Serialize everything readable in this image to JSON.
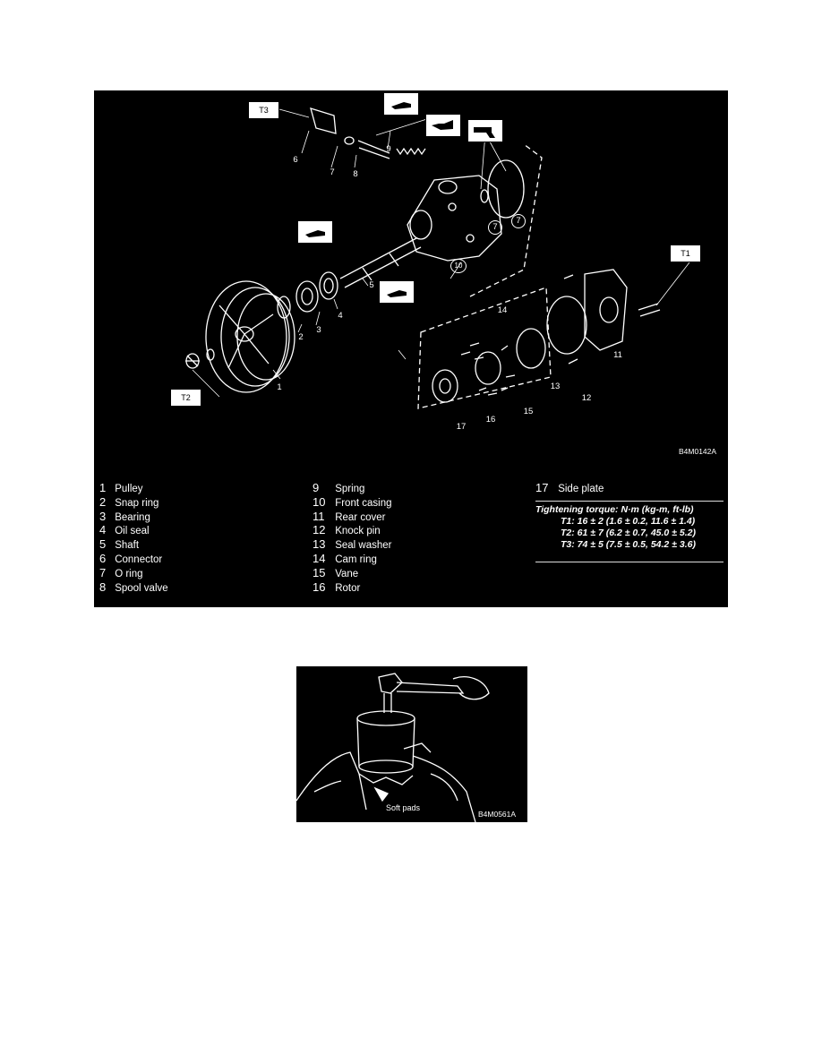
{
  "figure1": {
    "code": "B4M0142A",
    "box_labels": {
      "t1": "T1",
      "t2": "T2",
      "t3": "T3"
    },
    "callouts": [
      "1",
      "2",
      "3",
      "4",
      "5",
      "6",
      "7",
      "7",
      "7",
      "8",
      "9",
      "10",
      "11",
      "12",
      "13",
      "14",
      "15",
      "16",
      "17"
    ],
    "legend": {
      "col1": [
        {
          "num": "1",
          "label": "Pulley"
        },
        {
          "num": "2",
          "label": "Snap ring"
        },
        {
          "num": "3",
          "label": "Bearing"
        },
        {
          "num": "4",
          "label": "Oil seal"
        },
        {
          "num": "5",
          "label": "Shaft"
        },
        {
          "num": "6",
          "label": "Connector"
        },
        {
          "num": "7",
          "label": "O ring"
        },
        {
          "num": "8",
          "label": "Spool valve"
        }
      ],
      "col2": [
        {
          "num": "9",
          "label": "Spring"
        },
        {
          "num": "10",
          "label": "Front casing"
        },
        {
          "num": "11",
          "label": "Rear cover"
        },
        {
          "num": "12",
          "label": "Knock pin"
        },
        {
          "num": "13",
          "label": "Seal washer"
        },
        {
          "num": "14",
          "label": "Cam ring"
        },
        {
          "num": "15",
          "label": "Vane"
        },
        {
          "num": "16",
          "label": "Rotor"
        }
      ],
      "col3": [
        {
          "num": "17",
          "label": "Side plate"
        }
      ]
    },
    "torque": {
      "heading": "Tightening torque: N·m (kg-m, ft-lb)",
      "t1": "T1: 16 ± 2 (1.6 ± 0.2, 11.6 ± 1.4)",
      "t2": "T2: 61 ± 7 (6.2 ± 0.7, 45.0 ± 5.2)",
      "t3": "T3: 74 ± 5 (7.5 ± 0.5, 54.2 ± 3.6)"
    }
  },
  "figure2": {
    "code": "B4M0561A",
    "label": "Soft pads"
  }
}
